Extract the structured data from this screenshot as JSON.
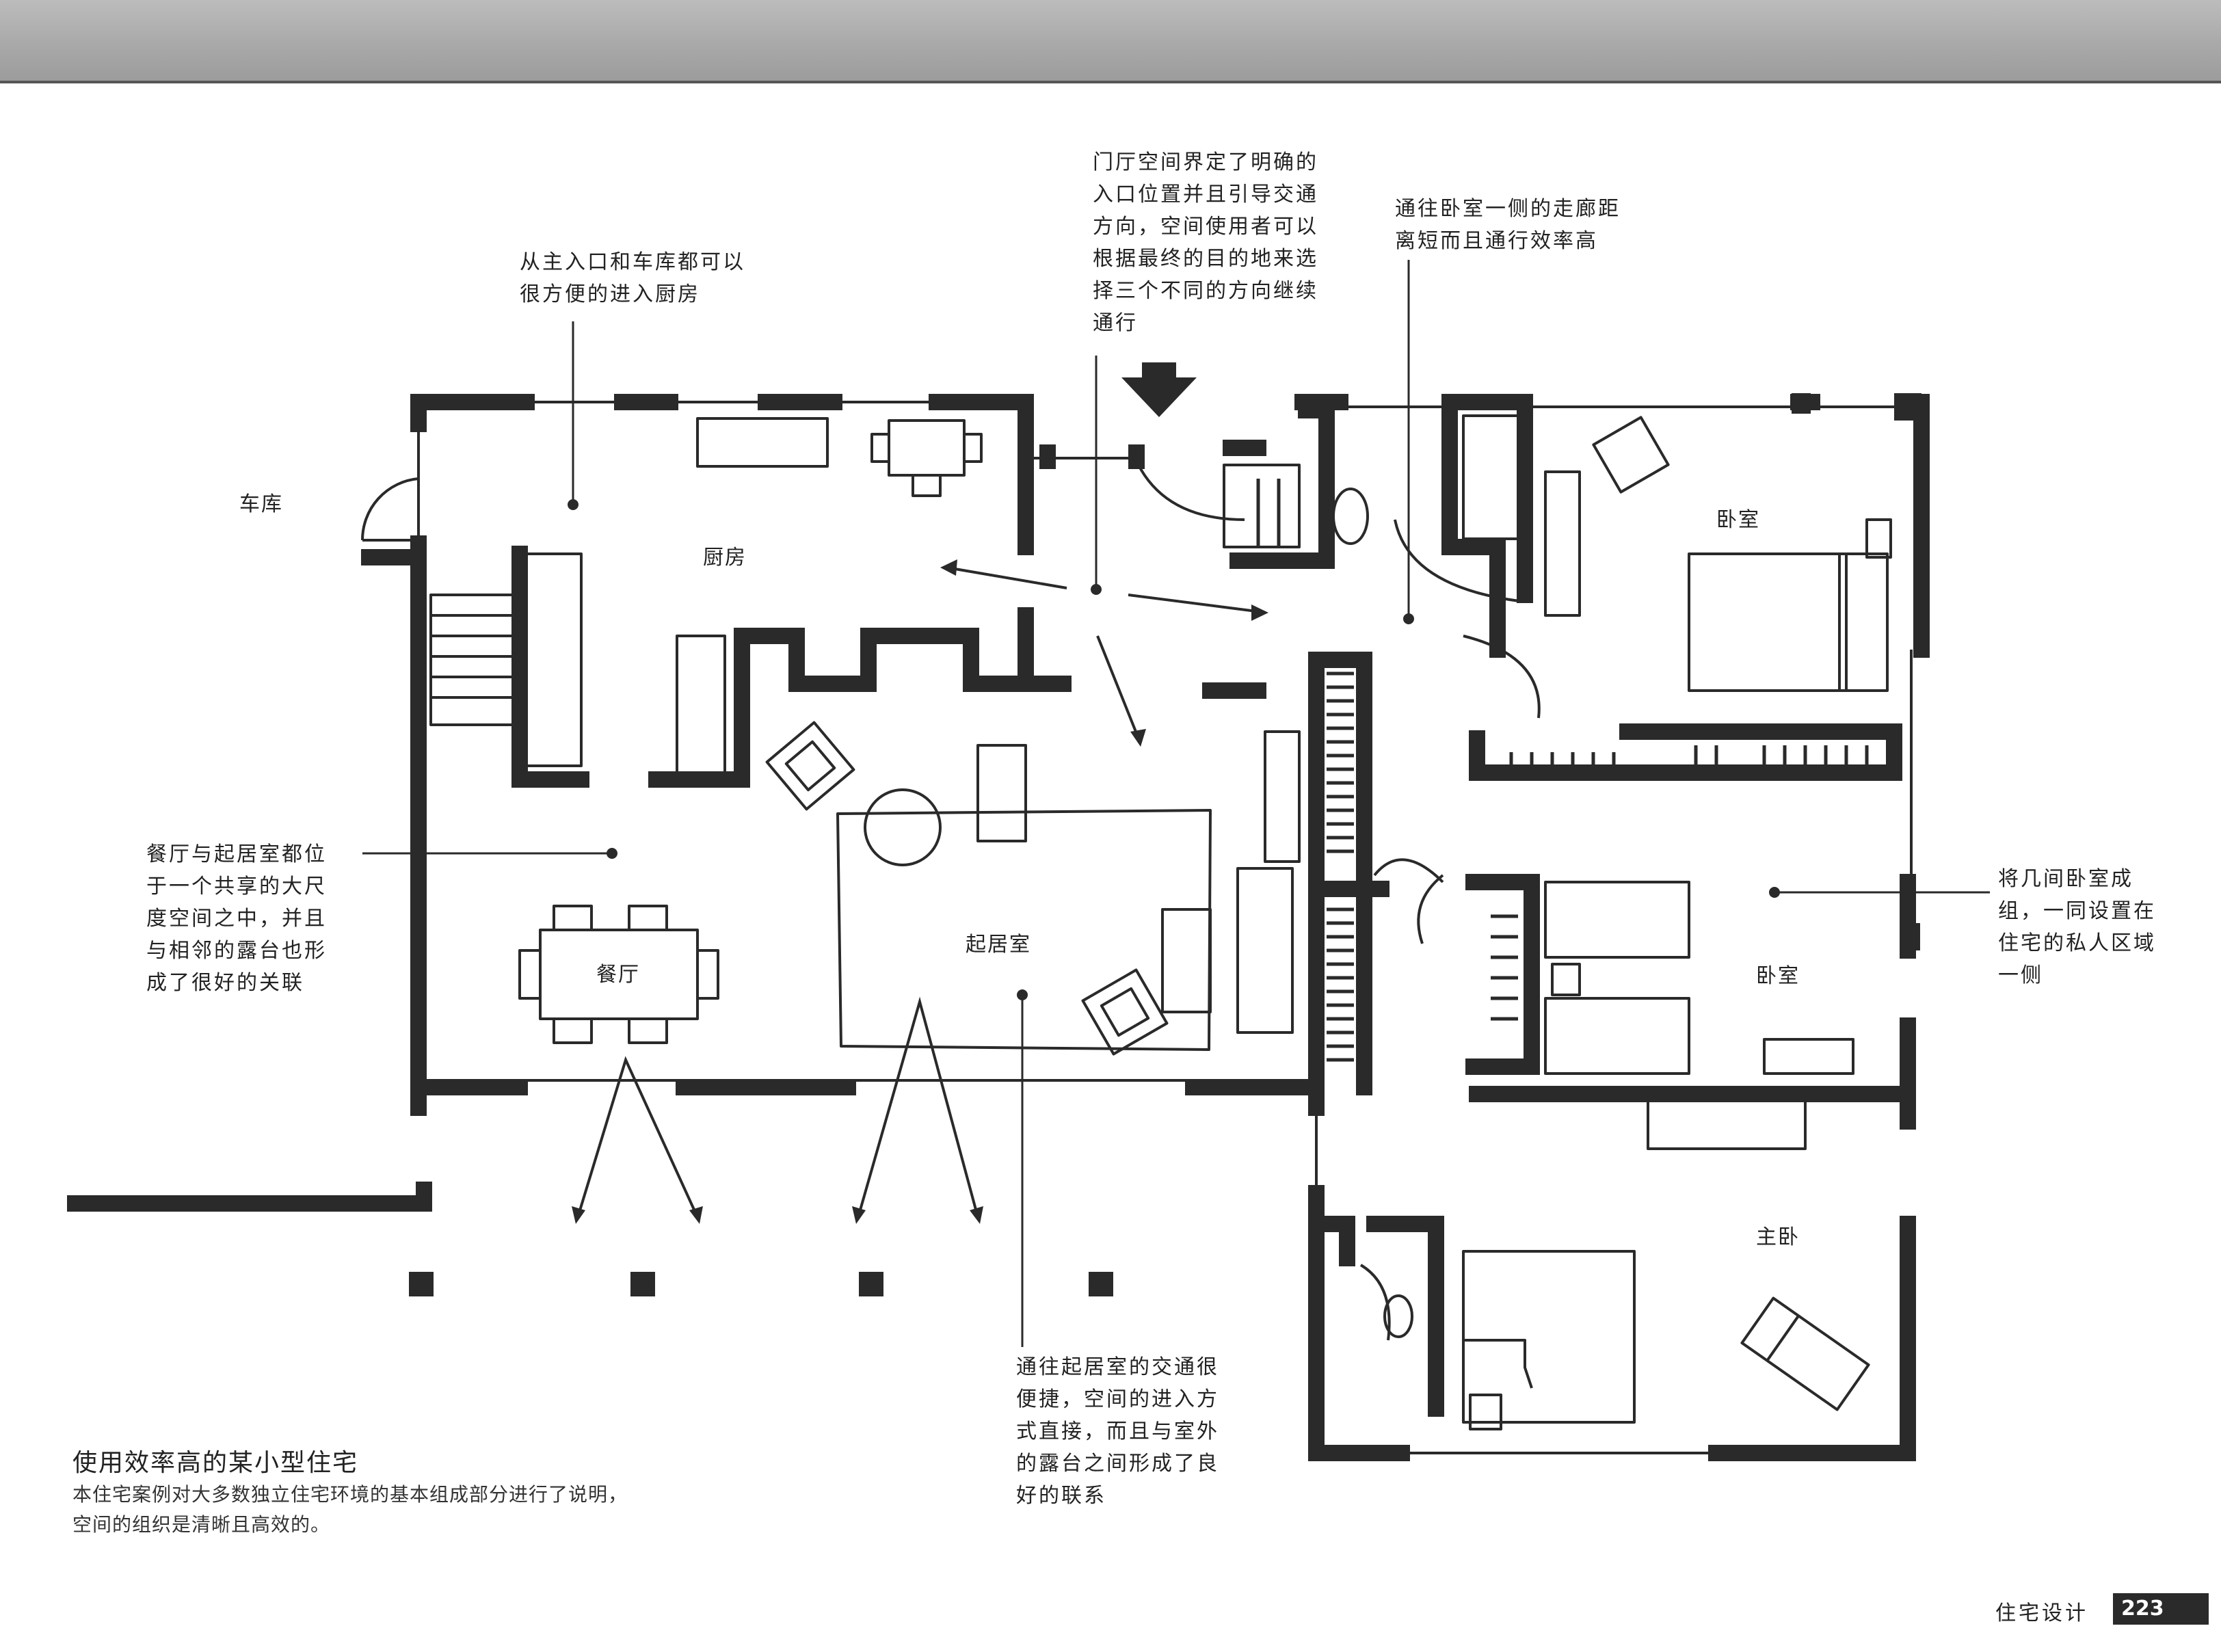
{
  "annotations": {
    "kitchen_access": "从主入口和车库都可以\n很方便的进入厨房",
    "foyer": "门厅空间界定了明确的\n入口位置并且引导交通\n方向，空间使用者可以\n根据最终的目的地来选\n择三个不同的方向继续\n通行",
    "corridor": "通往卧室一侧的走廊距\n离短而且通行效率高",
    "dining_living": "餐厅与起居室都位\n于一个共享的大尺\n度空间之中，并且\n与相邻的露台也形\n成了很好的关联",
    "bedroom_group": "将几间卧室成\n组，一同设置在\n住宅的私人区域\n一侧",
    "living_access": "通往起居室的交通很\n便捷，空间的进入方\n式直接，而且与室外\n的露台之间形成了良\n好的联系"
  },
  "rooms": {
    "garage": "车库",
    "kitchen": "厨房",
    "dining": "餐厅",
    "living": "起居室",
    "bedroom_1": "卧室",
    "bedroom_2": "卧室",
    "master_bedroom": "主卧"
  },
  "caption": {
    "title": "使用效率高的某小型住宅",
    "body": "本住宅案例对大多数独立住宅环境的基本组成部分进行了说明，\n空间的组织是清晰且高效的。"
  },
  "footer": {
    "section": "住宅设计",
    "page_number": "223"
  }
}
